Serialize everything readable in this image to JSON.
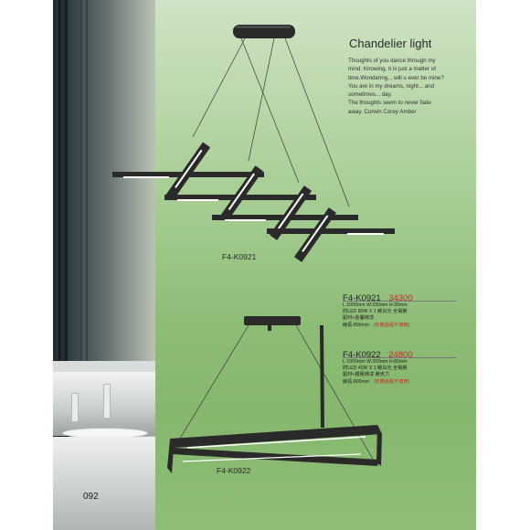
{
  "page_number": "092",
  "title": "Chandelier light",
  "poem": [
    "Thoughts of you dance through my",
    "mind. Knowing, it is just a matter of",
    "time.Wondering... will u ever be mine?",
    "You are in my dreams, night... and",
    "sometimes... day.",
    "The thoughts seem to never fade",
    "away. Corwin Corey Amber"
  ],
  "product1": {
    "photo_label": "F4-K0921",
    "model": "F4-K0921",
    "price": "34300",
    "spec_size": "L:1000mm W:330mm H:30mm",
    "spec_light": "附LED 80W X 1  暖白光  全電壓",
    "spec_material": "鋁材+金屬烤漆",
    "spec_wire": "線長:800mm",
    "spec_note": "(安裝過程不適用)"
  },
  "product2": {
    "photo_label": "F4-K0922",
    "model": "F4-K0922",
    "price": "24800",
    "spec_size": "L:1000mm W:200mm H:80mm",
    "spec_light": "附LED 40W X 1  暖白光  全電壓",
    "spec_material": "鋁材+鐵藝烤漆  壓克力",
    "spec_wire": "線長:800mm",
    "spec_note": "(安裝過程不適用)"
  },
  "colors": {
    "price_red": "#d2232a",
    "lamp_black": "#2a2a2a",
    "led_white": "#ffffff"
  }
}
